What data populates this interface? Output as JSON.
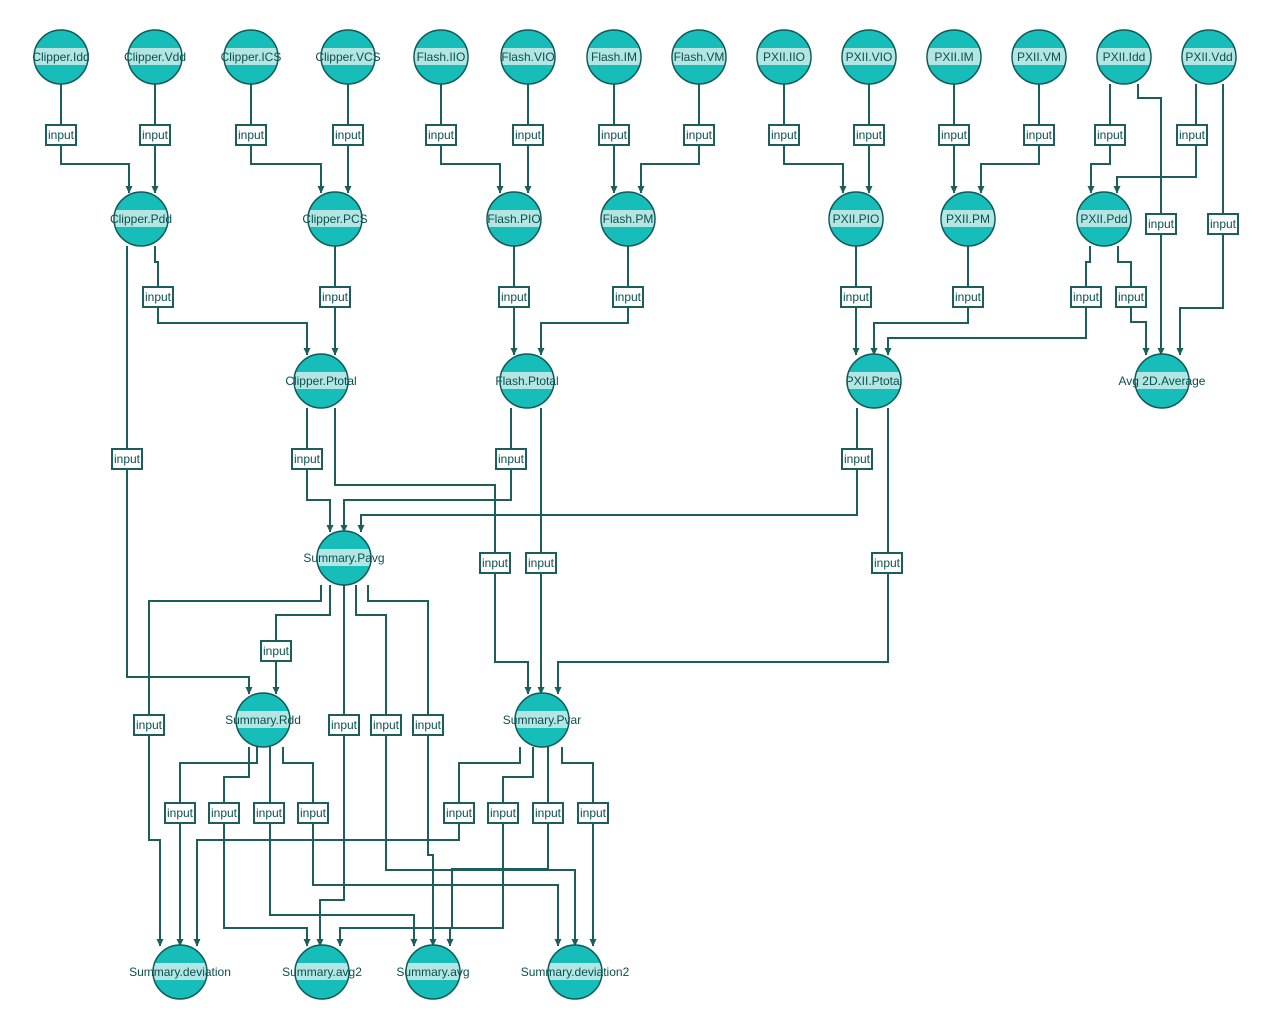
{
  "colors": {
    "node_fill": "#17bdb8",
    "node_band": "#b3e6e3",
    "node_stroke": "#0d5a5a",
    "edge_stroke": "#1b5e5c",
    "label_box_fill": "#ffffff",
    "label_box_stroke": "#1b5e5c",
    "text": "#0b4f4f"
  },
  "nodes": [
    {
      "id": "clipper_idd",
      "label": "Clipper.Idd"
    },
    {
      "id": "clipper_vdd",
      "label": "Clipper.Vdd"
    },
    {
      "id": "clipper_ics",
      "label": "Clipper.ICS"
    },
    {
      "id": "clipper_vcs",
      "label": "Clipper.VCS"
    },
    {
      "id": "flash_iio",
      "label": "Flash.IIO"
    },
    {
      "id": "flash_vio",
      "label": "Flash.VIO"
    },
    {
      "id": "flash_im",
      "label": "Flash.IM"
    },
    {
      "id": "flash_vm",
      "label": "Flash.VM"
    },
    {
      "id": "pxii_iio",
      "label": "PXII.IIO"
    },
    {
      "id": "pxii_vio",
      "label": "PXII.VIO"
    },
    {
      "id": "pxii_im",
      "label": "PXII.IM"
    },
    {
      "id": "pxii_vm",
      "label": "PXII.VM"
    },
    {
      "id": "pxii_idd",
      "label": "PXII.Idd"
    },
    {
      "id": "pxii_vdd",
      "label": "PXII.Vdd"
    },
    {
      "id": "clipper_pdd",
      "label": "Clipper.Pdd"
    },
    {
      "id": "clipper_pcs",
      "label": "Clipper.PCS"
    },
    {
      "id": "flash_pio",
      "label": "Flash.PIO"
    },
    {
      "id": "flash_pm",
      "label": "Flash.PM"
    },
    {
      "id": "pxii_pio",
      "label": "PXII.PIO"
    },
    {
      "id": "pxii_pm",
      "label": "PXII.PM"
    },
    {
      "id": "pxii_pdd",
      "label": "PXII.Pdd"
    },
    {
      "id": "clipper_ptotal",
      "label": "Clipper.Ptotal"
    },
    {
      "id": "flash_ptotal",
      "label": "Flash.Ptotal"
    },
    {
      "id": "pxii_ptotal",
      "label": "PXII.Ptotal"
    },
    {
      "id": "avg_2d",
      "label": "Avg 2D.Average"
    },
    {
      "id": "summary_pavg",
      "label": "Summary.Pavg"
    },
    {
      "id": "summary_rdd",
      "label": "Summary.Rdd"
    },
    {
      "id": "summary_pvar",
      "label": "Summary.Pvar"
    },
    {
      "id": "summary_deviation",
      "label": "Summary.deviation"
    },
    {
      "id": "summary_avg2",
      "label": "Summary.avg2"
    },
    {
      "id": "summary_avg",
      "label": "Summary.avg"
    },
    {
      "id": "summary_deviation2",
      "label": "Summary.deviation2"
    }
  ],
  "edges": [
    {
      "from": "clipper_idd",
      "to": "clipper_pdd",
      "label": "input"
    },
    {
      "from": "clipper_vdd",
      "to": "clipper_pdd",
      "label": "input"
    },
    {
      "from": "clipper_ics",
      "to": "clipper_pcs",
      "label": "input"
    },
    {
      "from": "clipper_vcs",
      "to": "clipper_pcs",
      "label": "input"
    },
    {
      "from": "flash_iio",
      "to": "flash_pio",
      "label": "input"
    },
    {
      "from": "flash_vio",
      "to": "flash_pio",
      "label": "input"
    },
    {
      "from": "flash_im",
      "to": "flash_pm",
      "label": "input"
    },
    {
      "from": "flash_vm",
      "to": "flash_pm",
      "label": "input"
    },
    {
      "from": "pxii_iio",
      "to": "pxii_pio",
      "label": "input"
    },
    {
      "from": "pxii_vio",
      "to": "pxii_pio",
      "label": "input"
    },
    {
      "from": "pxii_im",
      "to": "pxii_pm",
      "label": "input"
    },
    {
      "from": "pxii_vm",
      "to": "pxii_pm",
      "label": "input"
    },
    {
      "from": "pxii_idd",
      "to": "pxii_pdd",
      "label": "input"
    },
    {
      "from": "pxii_vdd",
      "to": "pxii_pdd",
      "label": "input"
    },
    {
      "from": "pxii_idd",
      "to": "avg_2d",
      "label": "input"
    },
    {
      "from": "pxii_vdd",
      "to": "avg_2d",
      "label": "input"
    },
    {
      "from": "clipper_pdd",
      "to": "clipper_ptotal",
      "label": "input"
    },
    {
      "from": "clipper_pcs",
      "to": "clipper_ptotal",
      "label": "input"
    },
    {
      "from": "flash_pio",
      "to": "flash_ptotal",
      "label": "input"
    },
    {
      "from": "flash_pm",
      "to": "flash_ptotal",
      "label": "input"
    },
    {
      "from": "pxii_pio",
      "to": "pxii_ptotal",
      "label": "input"
    },
    {
      "from": "pxii_pm",
      "to": "pxii_ptotal",
      "label": "input"
    },
    {
      "from": "pxii_pdd",
      "to": "pxii_ptotal",
      "label": "input"
    },
    {
      "from": "pxii_pdd",
      "to": "avg_2d",
      "label": "input"
    },
    {
      "from": "clipper_pdd",
      "to": "summary_rdd",
      "label": "input"
    },
    {
      "from": "clipper_ptotal",
      "to": "summary_pavg",
      "label": "input"
    },
    {
      "from": "flash_ptotal",
      "to": "summary_pavg",
      "label": "input"
    },
    {
      "from": "pxii_ptotal",
      "to": "summary_pavg",
      "label": "input"
    },
    {
      "from": "clipper_ptotal",
      "to": "summary_pvar",
      "label": "input"
    },
    {
      "from": "flash_ptotal",
      "to": "summary_pvar",
      "label": "input"
    },
    {
      "from": "pxii_ptotal",
      "to": "summary_pvar",
      "label": "input"
    },
    {
      "from": "summary_pavg",
      "to": "summary_rdd",
      "label": "input"
    },
    {
      "from": "summary_pavg",
      "to": "summary_deviation",
      "label": "input"
    },
    {
      "from": "summary_pavg",
      "to": "summary_avg2",
      "label": "input"
    },
    {
      "from": "summary_pavg",
      "to": "summary_deviation2",
      "label": "input"
    },
    {
      "from": "summary_pavg",
      "to": "summary_avg",
      "label": "input"
    },
    {
      "from": "summary_rdd",
      "to": "summary_deviation",
      "label": "input"
    },
    {
      "from": "summary_rdd",
      "to": "summary_avg2",
      "label": "input"
    },
    {
      "from": "summary_rdd",
      "to": "summary_avg",
      "label": "input"
    },
    {
      "from": "summary_rdd",
      "to": "summary_deviation2",
      "label": "input"
    },
    {
      "from": "summary_pvar",
      "to": "summary_deviation",
      "label": "input"
    },
    {
      "from": "summary_pvar",
      "to": "summary_avg",
      "label": "input"
    },
    {
      "from": "summary_pvar",
      "to": "summary_avg2",
      "label": "input"
    },
    {
      "from": "summary_pvar",
      "to": "summary_deviation2",
      "label": "input"
    }
  ]
}
